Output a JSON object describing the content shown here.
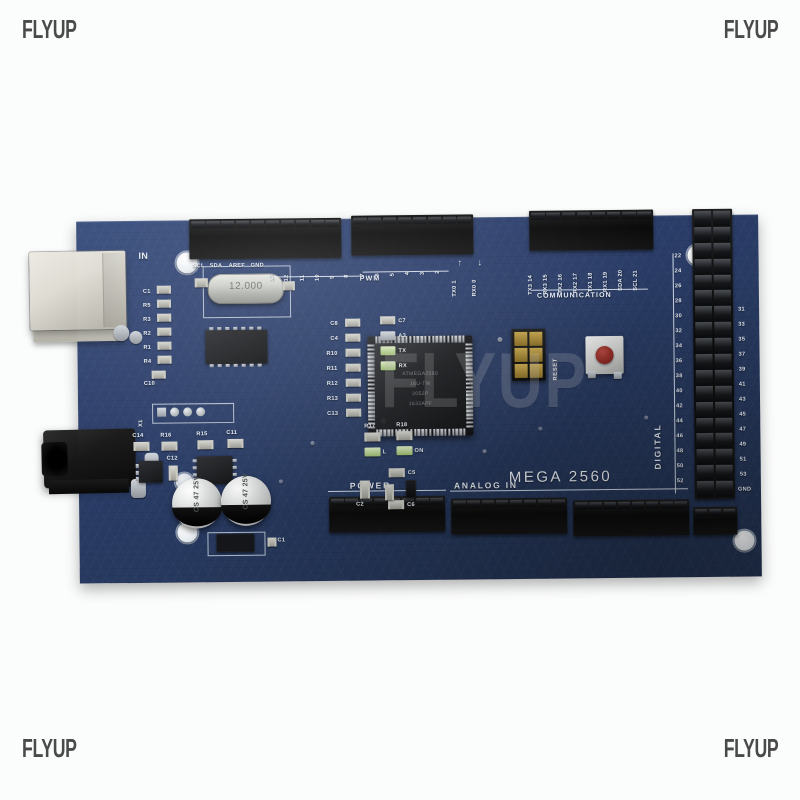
{
  "image": {
    "subject": "Arduino MEGA 2560 development board photograph",
    "background_color": "#fbfcfc",
    "pcb_color": "#2c3f6c"
  },
  "watermarks": {
    "text": "FLYUP",
    "color": "#4a4a4a",
    "overlay_text": "FLYUP",
    "positions": [
      "top-left",
      "top-right",
      "bottom-left",
      "bottom-right",
      "center-chip"
    ]
  },
  "board": {
    "model_label": "MEGA 2560",
    "mcu": {
      "line1": "ATMEGA2560",
      "line2": "16U-TW",
      "line3": "2052P",
      "line4": "1633APF"
    },
    "crystal_label": "12.000",
    "reset_label": "RESET",
    "section_labels": {
      "pwm": "PWM",
      "communication": "COMMUNICATION",
      "digital": "DIGITAL",
      "power": "POWER",
      "analog_in": "ANALOG IN",
      "x1": "X1",
      "in": "IN"
    },
    "led_labels": [
      "L",
      "ON",
      "TX",
      "RX"
    ],
    "top_header_left_labels": [
      "SCL",
      "SDA",
      "AREF",
      "GND"
    ],
    "digital_high_labels": [
      "13",
      "12",
      "11",
      "10",
      "9",
      "8"
    ],
    "pwm_labels": [
      "7",
      "6",
      "5",
      "4",
      "3",
      "2"
    ],
    "serial_labels": [
      "TX0 1",
      "RX0 0"
    ],
    "communication_pins": [
      {
        "name": "TX3",
        "num": "14"
      },
      {
        "name": "RX3",
        "num": "15"
      },
      {
        "name": "TX2",
        "num": "16"
      },
      {
        "name": "RX2",
        "num": "17"
      },
      {
        "name": "TX1",
        "num": "18"
      },
      {
        "name": "RX1",
        "num": "19"
      },
      {
        "name": "SDA",
        "num": "20"
      },
      {
        "name": "SCL",
        "num": "21"
      }
    ],
    "digital_even_column": [
      "22",
      "24",
      "26",
      "28",
      "30",
      "32",
      "34",
      "36",
      "38",
      "40",
      "42",
      "44",
      "46",
      "48",
      "50",
      "52"
    ],
    "digital_odd_column": [
      "31",
      "33",
      "35",
      "37",
      "39",
      "41",
      "43",
      "45",
      "47",
      "49",
      "51",
      "53",
      "GND"
    ],
    "component_designators_left": [
      "C1",
      "R5",
      "R3",
      "R2",
      "R1",
      "R4",
      "C10",
      "X1"
    ],
    "component_designators_mid": [
      "C8",
      "C7",
      "C4",
      "A3",
      "R10",
      "R11",
      "R12",
      "R13",
      "C13",
      "C14",
      "R16",
      "R15",
      "C11",
      "C12",
      "R17",
      "R18",
      "C5",
      "C6",
      "C2"
    ],
    "electrolytic_caps": [
      {
        "line1": "CS",
        "line2": "47",
        "line3": "25V"
      },
      {
        "line1": "CS",
        "line2": "47",
        "line3": "25V"
      }
    ],
    "connectors": {
      "usb": "USB-B connector",
      "dc_jack": "DC barrel jack",
      "icsp": "ICSP 2x3 header"
    }
  }
}
